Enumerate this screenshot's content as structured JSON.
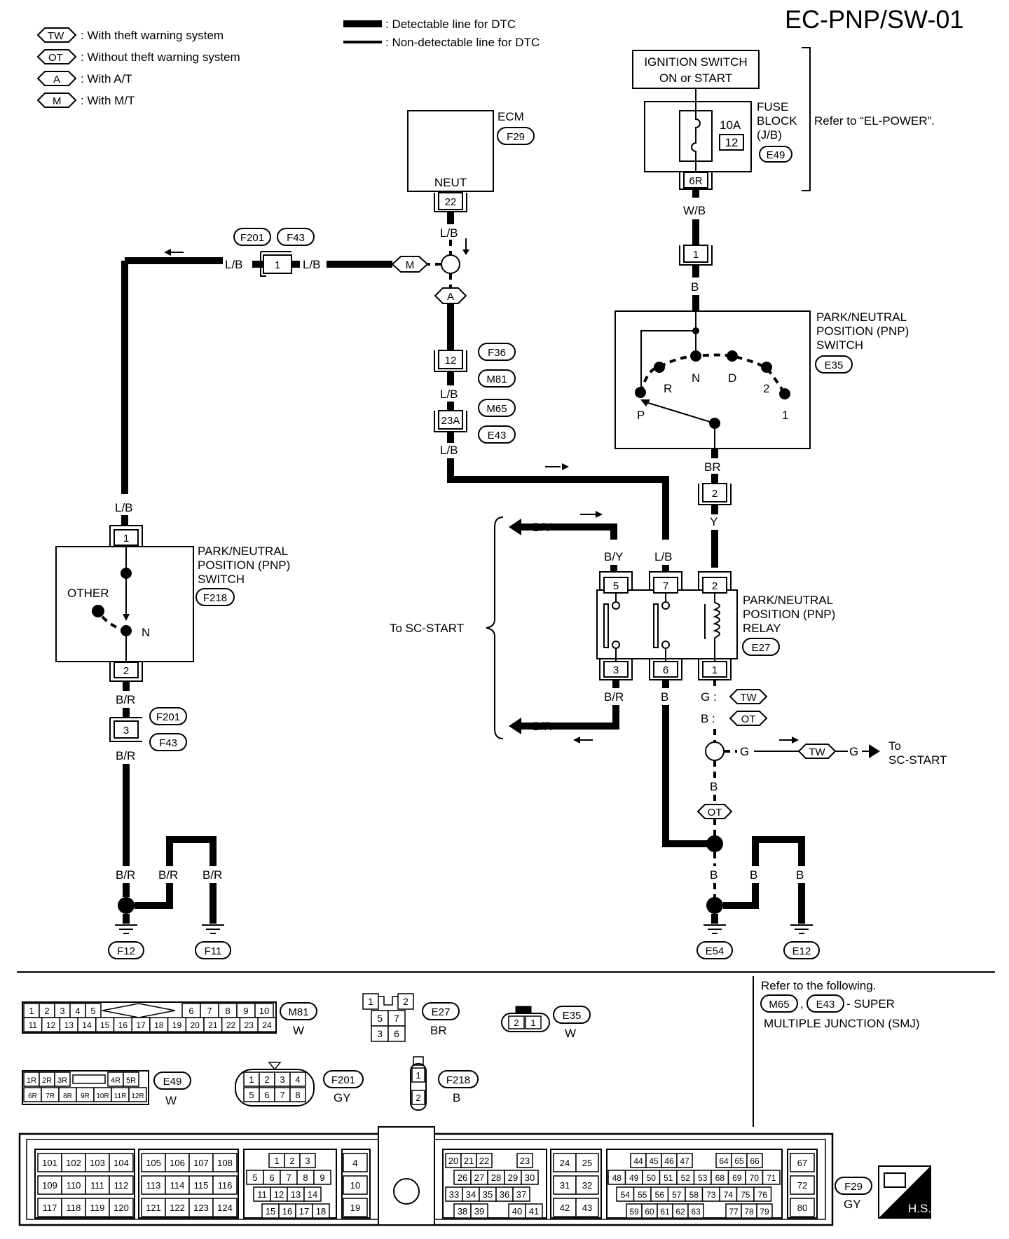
{
  "page_code": "EC-PNP/SW-01",
  "legend": {
    "items": [
      {
        "tag": "TW",
        "text": ": With theft warning system"
      },
      {
        "tag": "OT",
        "text": ": Without theft warning system"
      },
      {
        "tag": "A",
        "text": ": With A/T"
      },
      {
        "tag": "M",
        "text": ": With M/T"
      }
    ],
    "detectable": ": Detectable line for DTC",
    "non_detectable": ": Non-detectable line for DTC"
  },
  "ignition": {
    "line1": "IGNITION SWITCH",
    "line2": "ON or START"
  },
  "fuse_block": {
    "line1": "FUSE",
    "line2": "BLOCK",
    "line3": "(J/B)",
    "amp": "10A",
    "fuse_no": "12",
    "conn": "E49",
    "pin": "6R",
    "refer": "Refer to “EL-POWER”."
  },
  "ecm": {
    "label": "ECM",
    "conn": "F29",
    "terminal_name": "NEUT",
    "pin": "22"
  },
  "pnp_switch_at": {
    "line1": "PARK/NEUTRAL",
    "line2": "POSITION (PNP)",
    "line3": "SWITCH",
    "conn": "E35",
    "positions": [
      "P",
      "R",
      "N",
      "D",
      "2",
      "1"
    ]
  },
  "pnp_switch_mt": {
    "line1": "PARK/NEUTRAL",
    "line2": "POSITION (PNP)",
    "line3": "SWITCH",
    "conn": "F218",
    "other": "OTHER",
    "n": "N",
    "pin_top": "1",
    "pin_bottom": "2"
  },
  "pnp_relay": {
    "line1": "PARK/NEUTRAL",
    "line2": "POSITION (PNP)",
    "line3": "RELAY",
    "conn": "E27",
    "pins": [
      "5",
      "7",
      "2",
      "3",
      "6",
      "1"
    ]
  },
  "wires": {
    "lb": "L/B",
    "wb": "W/B",
    "b": "B",
    "br": "BR",
    "y": "Y",
    "by": "B/Y",
    "b_r": "B/R",
    "g": "G",
    "g_tw": "G :",
    "b_ot": "B :"
  },
  "connectors": {
    "f201": "F201",
    "f43": "F43",
    "f36": "F36",
    "m81": "M81",
    "m65": "M65",
    "e43": "E43",
    "pin_1": "1",
    "pin_12": "12",
    "pin_23a": "23A",
    "pin_2": "2",
    "pin_3": "3"
  },
  "to_sc_start": "To SC-START",
  "to_sc_start_line1": "To",
  "to_sc_start_line2": "SC-START",
  "grounds": [
    "F12",
    "F11",
    "E54",
    "E12"
  ],
  "tags": {
    "m": "M",
    "a": "A",
    "tw": "TW",
    "ot": "OT"
  },
  "refer_following": {
    "line1": "Refer to the following.",
    "tag1": "M65",
    "tag2": "E43",
    "line2": "- SUPER",
    "line3": "MULTIPLE JUNCTION (SMJ)"
  },
  "connector_views": {
    "m81": {
      "id": "M81",
      "color": "W",
      "top": [
        "1",
        "2",
        "3",
        "4",
        "5",
        "6",
        "7",
        "8",
        "9",
        "10"
      ],
      "bottom": [
        "11",
        "12",
        "13",
        "14",
        "15",
        "16",
        "17",
        "18",
        "19",
        "20",
        "21",
        "22",
        "23",
        "24"
      ]
    },
    "e27": {
      "id": "E27",
      "color": "BR",
      "pins": [
        "1",
        "2",
        "5",
        "7",
        "3",
        "6"
      ]
    },
    "e35": {
      "id": "E35",
      "color": "W",
      "pins": [
        "2",
        "1"
      ]
    },
    "e49": {
      "id": "E49",
      "color": "W",
      "top": [
        "1R",
        "2R",
        "3R",
        "4R",
        "5R"
      ],
      "bottom": [
        "6R",
        "7R",
        "8R",
        "9R",
        "10R",
        "11R",
        "12R"
      ]
    },
    "f201": {
      "id": "F201",
      "color": "GY",
      "top": [
        "1",
        "2",
        "3",
        "4"
      ],
      "bottom": [
        "5",
        "6",
        "7",
        "8"
      ]
    },
    "f218": {
      "id": "F218",
      "color": "B",
      "pins": [
        "1",
        "2"
      ]
    },
    "f29": {
      "id": "F29",
      "color": "GY",
      "g1": [
        "101",
        "102",
        "103",
        "104",
        "109",
        "110",
        "111",
        "112",
        "117",
        "118",
        "119",
        "120"
      ],
      "g2": [
        "105",
        "106",
        "107",
        "108",
        "113",
        "114",
        "115",
        "116",
        "121",
        "122",
        "123",
        "124"
      ],
      "g3a": [
        "1",
        "2",
        "3"
      ],
      "g3b": [
        "5",
        "6",
        "7",
        "8",
        "9"
      ],
      "g3c": [
        "11",
        "12",
        "13",
        "14"
      ],
      "g3d": [
        "15",
        "16",
        "17",
        "18"
      ],
      "g4": [
        "4",
        "10",
        "19"
      ],
      "g5a": [
        "20",
        "21",
        "22",
        "23"
      ],
      "g5b": [
        "26",
        "27",
        "28",
        "29",
        "30"
      ],
      "g5c": [
        "33",
        "34",
        "35",
        "36",
        "37"
      ],
      "g5d": [
        "38",
        "39",
        "40",
        "41"
      ],
      "g6": [
        "24",
        "25",
        "31",
        "32",
        "42",
        "43"
      ],
      "g7a": [
        "44",
        "45",
        "46",
        "47",
        "64",
        "65",
        "66"
      ],
      "g7b": [
        "48",
        "49",
        "50",
        "51",
        "52",
        "53",
        "68",
        "69",
        "70",
        "71"
      ],
      "g7c": [
        "54",
        "55",
        "56",
        "57",
        "58",
        "73",
        "74",
        "75",
        "76"
      ],
      "g7d": [
        "59",
        "60",
        "61",
        "62",
        "63",
        "77",
        "78",
        "79"
      ],
      "g8": [
        "67",
        "72",
        "80"
      ]
    },
    "hs": "H.S."
  }
}
